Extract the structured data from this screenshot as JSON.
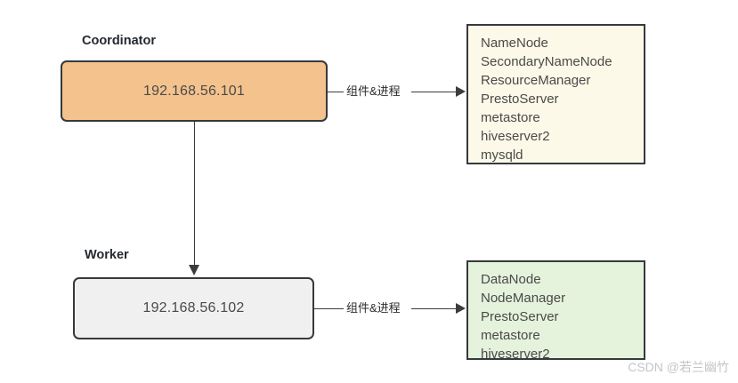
{
  "diagram": {
    "nodes": {
      "coordinator": {
        "caption": "Coordinator",
        "ip": "192.168.56.101",
        "fill": "#f4c28c"
      },
      "worker": {
        "caption": "Worker",
        "ip": "192.168.56.102",
        "fill": "#f0f0f0"
      }
    },
    "edges": {
      "coordinator_to_components": "组件&进程",
      "worker_to_components": "组件&进程"
    },
    "lists": {
      "coordinator_components": {
        "fill": "#fdf9e8",
        "items": [
          "NameNode",
          "SecondaryNameNode",
          "ResourceManager",
          "PrestoServer",
          "metastore",
          "hiveserver2",
          "mysqld"
        ]
      },
      "worker_components": {
        "fill": "#e5f2dc",
        "items": [
          "DataNode",
          "NodeManager",
          "PrestoServer",
          "metastore",
          "hiveserver2"
        ]
      }
    }
  },
  "watermark": "CSDN @若兰幽竹"
}
